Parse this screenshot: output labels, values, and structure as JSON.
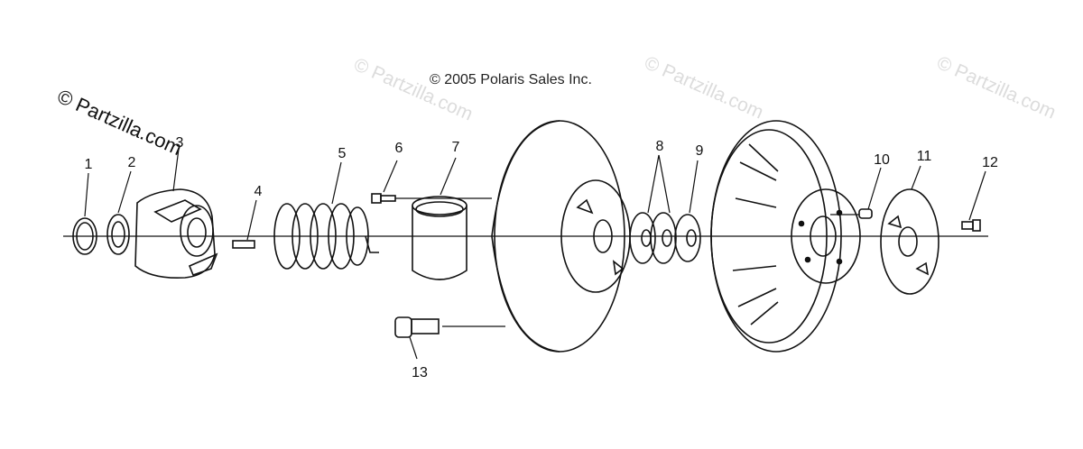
{
  "copyright": "© 2005 Polaris Sales Inc.",
  "brand_watermark": "© Partzilla.com",
  "watermarks": [
    "© Partzilla.com",
    "© Partzilla.com",
    "© Partzilla.com"
  ],
  "callouts": [
    "1",
    "2",
    "3",
    "4",
    "5",
    "6",
    "7",
    "8",
    "9",
    "10",
    "11",
    "12",
    "13"
  ]
}
